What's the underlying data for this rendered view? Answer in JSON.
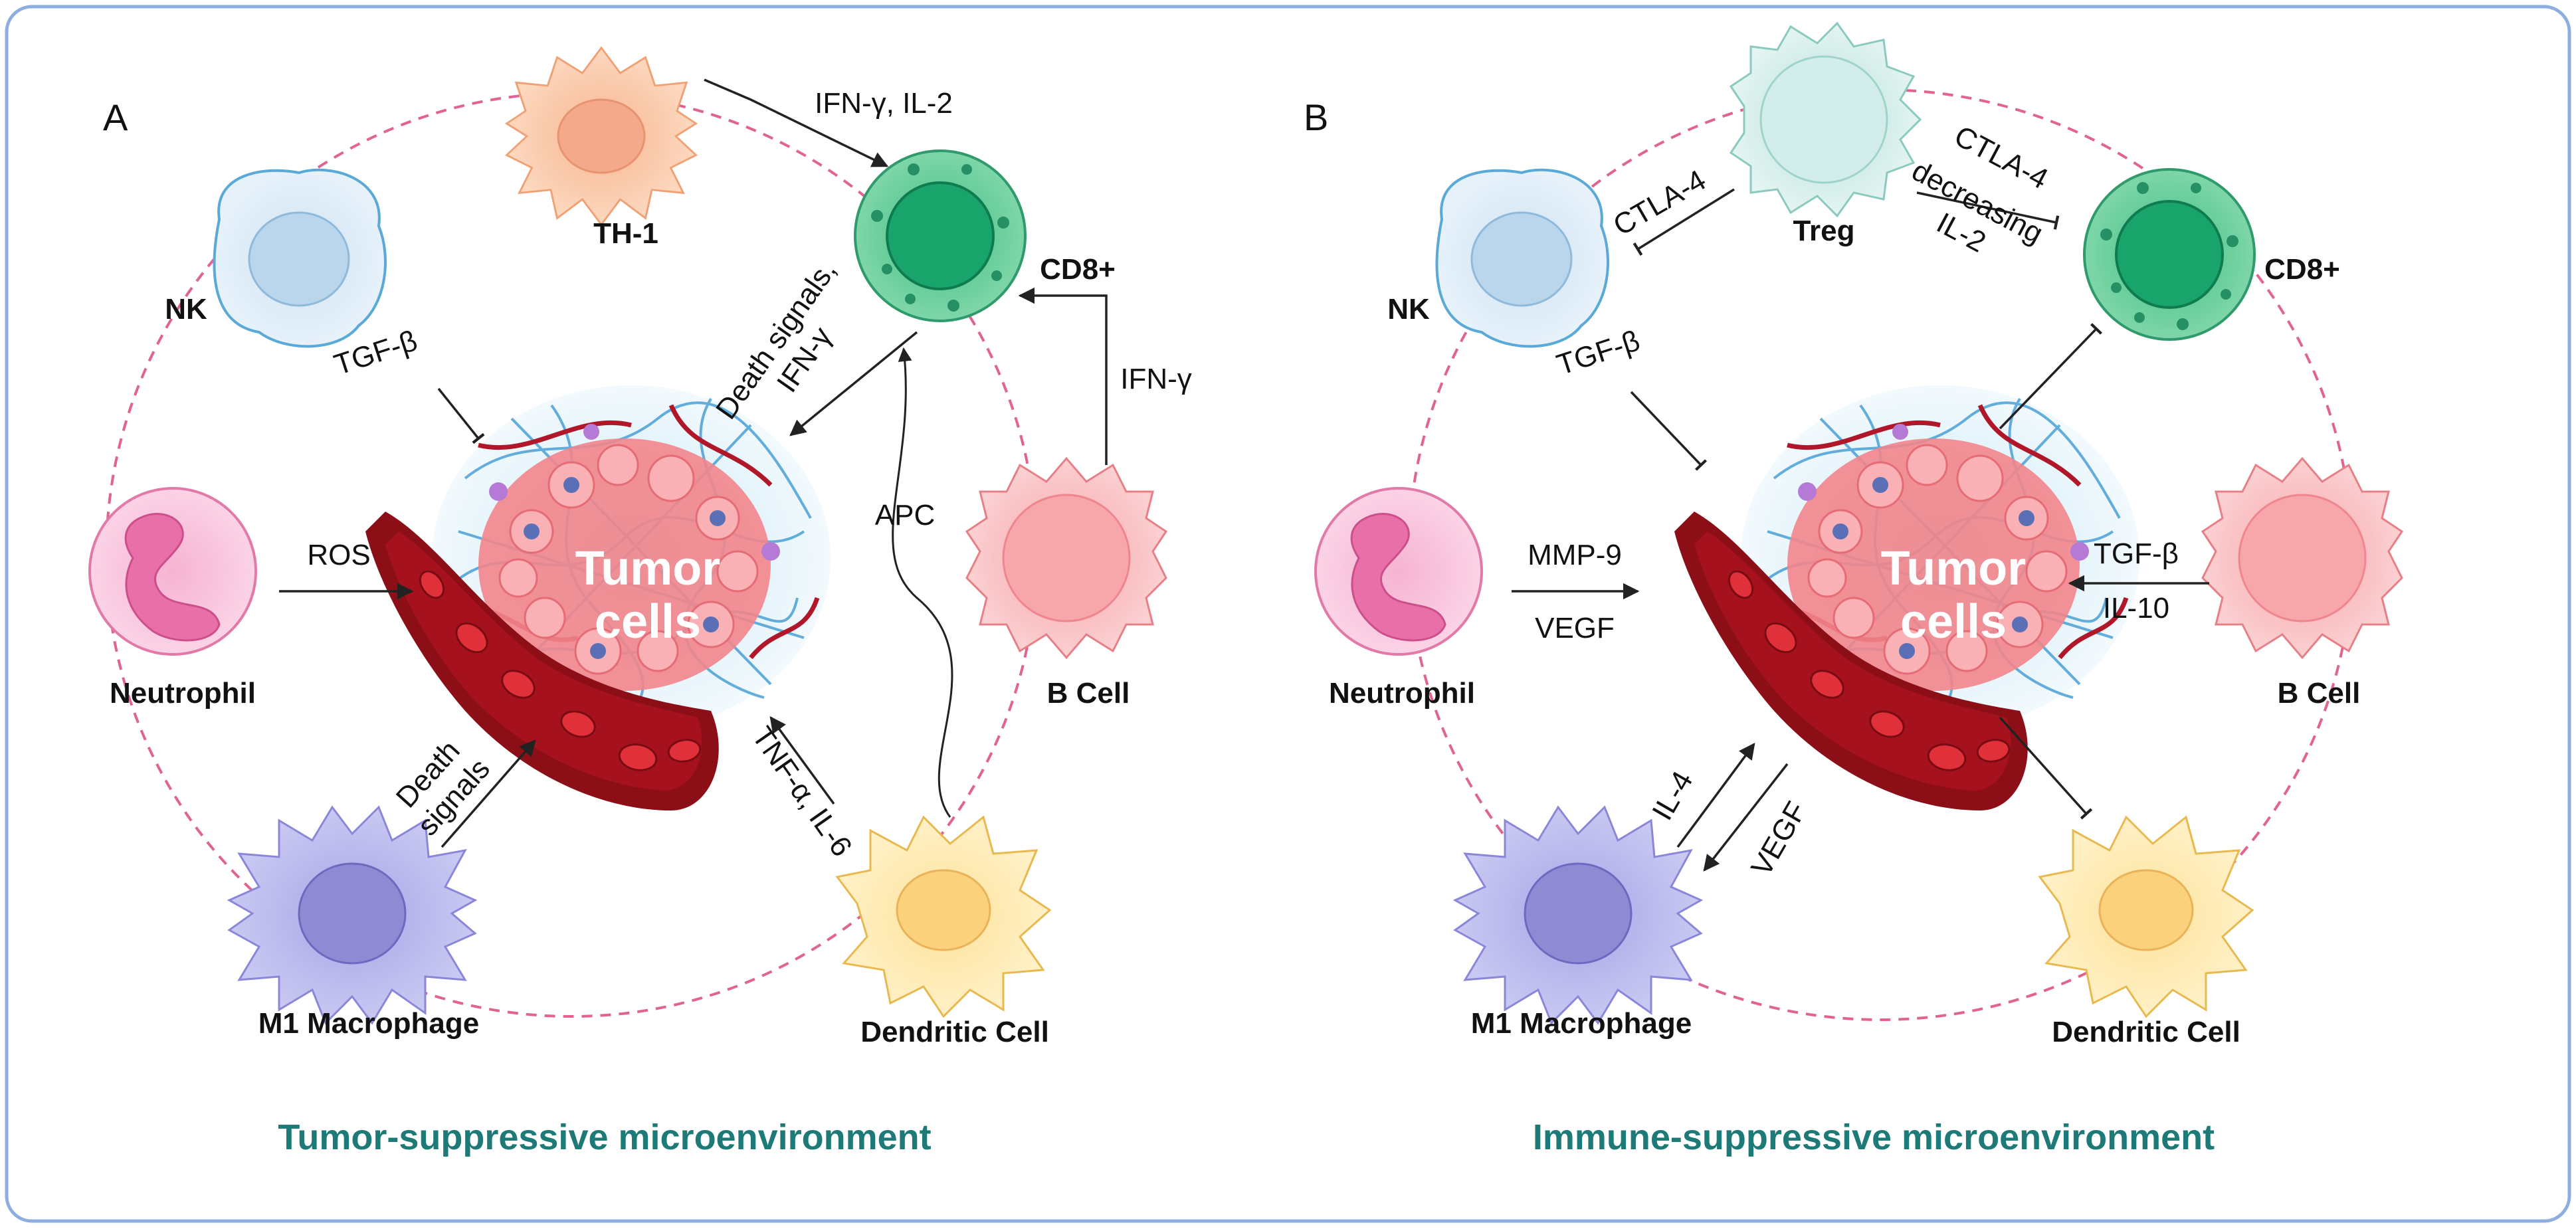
{
  "colors": {
    "border": "#8eaee0",
    "dashed_ring": "#e0648f",
    "caption": "#1d7a77",
    "arrow": "#222222",
    "vessel": "#8c0f18",
    "tumor": "#f08a8f",
    "ecm": "#4aa0d6"
  },
  "panel_a": {
    "letter": "A",
    "caption": "Tumor-suppressive microenvironment",
    "cells": {
      "th1": "TH-1",
      "cd8": "CD8+",
      "nk": "NK",
      "neutrophil": "Neutrophil",
      "b_cell": "B Cell",
      "m1_macrophage": "M1 Macrophage",
      "dendritic_cell": "Dendritic Cell"
    },
    "tumor": {
      "line1": "Tumor",
      "line2": "cells"
    },
    "signals": {
      "th1_to_cd8": "IFN-γ, IL-2",
      "cd8_death_1": "Death signals,",
      "cd8_death_2": "IFN-γ",
      "bcell_to_cd8": "IFN-γ",
      "nk_tgfb": "TGF-β",
      "neutrophil_ros": "ROS",
      "apc": "APC",
      "dendritic_tnf": "TNF-α, IL-6",
      "macrophage_death_1": "Death",
      "macrophage_death_2": "signals"
    }
  },
  "panel_b": {
    "letter": "B",
    "caption": "Immune-suppressive microenvironment",
    "cells": {
      "treg": "Treg",
      "cd8": "CD8+",
      "nk": "NK",
      "neutrophil": "Neutrophil",
      "b_cell": "B Cell",
      "m1_macrophage": "M1 Macrophage",
      "dendritic_cell": "Dendritic Cell"
    },
    "tumor": {
      "line1": "Tumor",
      "line2": "cells"
    },
    "signals": {
      "treg_nk_ctla4": "CTLA-4",
      "treg_cd8_1": "CTLA-4",
      "treg_cd8_2": "decreasing",
      "treg_cd8_3": "IL-2",
      "nk_tgfb": "TGF-β",
      "neutrophil_mmp9": "MMP-9",
      "neutrophil_vegf": "VEGF",
      "bcell_tgfb": "TGF-β",
      "bcell_il10": "IL-10",
      "macrophage_il4": "IL-4",
      "macrophage_vegf": "VEGF"
    }
  }
}
